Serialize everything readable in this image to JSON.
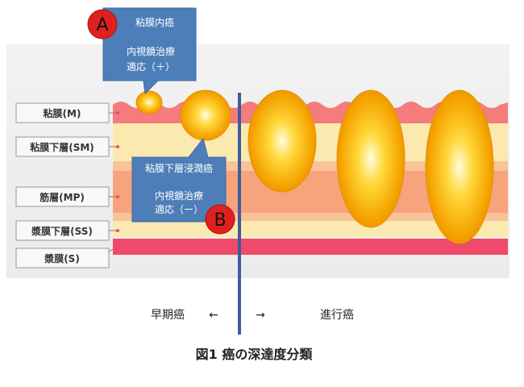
{
  "layers": [
    {
      "label": "粘膜(M)"
    },
    {
      "label": "粘膜下層(SM)"
    },
    {
      "label": "筋層(MP)"
    },
    {
      "label": "漿膜下層(SS)"
    },
    {
      "label": "漿膜(S)"
    }
  ],
  "callout_a": {
    "marker": "A",
    "title": "粘膜内癌",
    "line1": "内視鏡治療",
    "line2": "適応（＋）"
  },
  "callout_b": {
    "marker": "B",
    "title": "粘膜下層浸潤癌",
    "line1": "内視鏡治療",
    "line2": "適応（ー）"
  },
  "bottom": {
    "early": "早期癌",
    "left_arrow": "←",
    "right_arrow": "→",
    "advanced": "進行癌"
  },
  "caption": "図1  癌の深達度分類",
  "colors": {
    "mucosa": "#f47c7c",
    "submucosa": "#fbeab0",
    "muscle": "#f7a47c",
    "subserosa": "#fbeab0",
    "serosa": "#f04a6a",
    "callout": "#4d7eb8",
    "marker": "#e02020",
    "divider": "#3c5d9c"
  }
}
